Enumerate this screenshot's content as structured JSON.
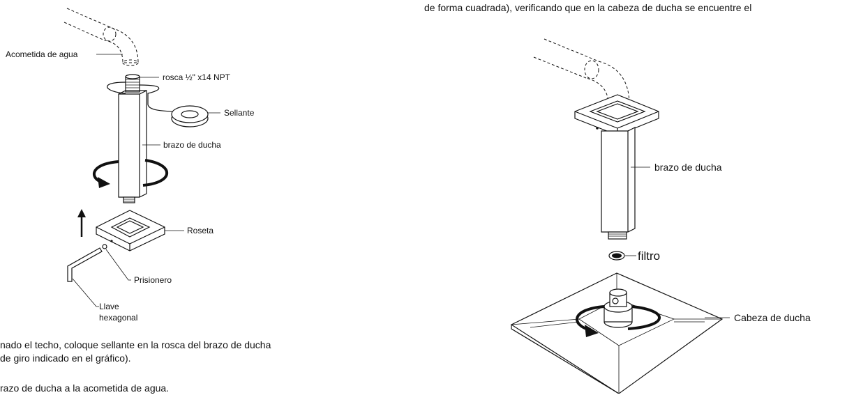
{
  "header_right": {
    "line1": "de forma cuadrada), verificando que en la cabeza de ducha se encuentre el"
  },
  "left_labels": {
    "acometida": "Acometida de agua",
    "rosca": "rosca ½\" x14 NPT",
    "sellante": "Sellante",
    "brazo": "brazo de ducha",
    "roseta": "Roseta",
    "prisionero": "Prisionero",
    "llave_line1": "Llave",
    "llave_line2": "hexagonal"
  },
  "right_labels": {
    "brazo": "brazo de ducha",
    "filtro": "filtro",
    "cabeza": "Cabeza de ducha"
  },
  "body": {
    "line1": "nado el techo, coloque sellante en la rosca del brazo de ducha",
    "line2": "de giro indicado en el gráfico).",
    "line3": "razo de ducha a la acometida de agua."
  }
}
